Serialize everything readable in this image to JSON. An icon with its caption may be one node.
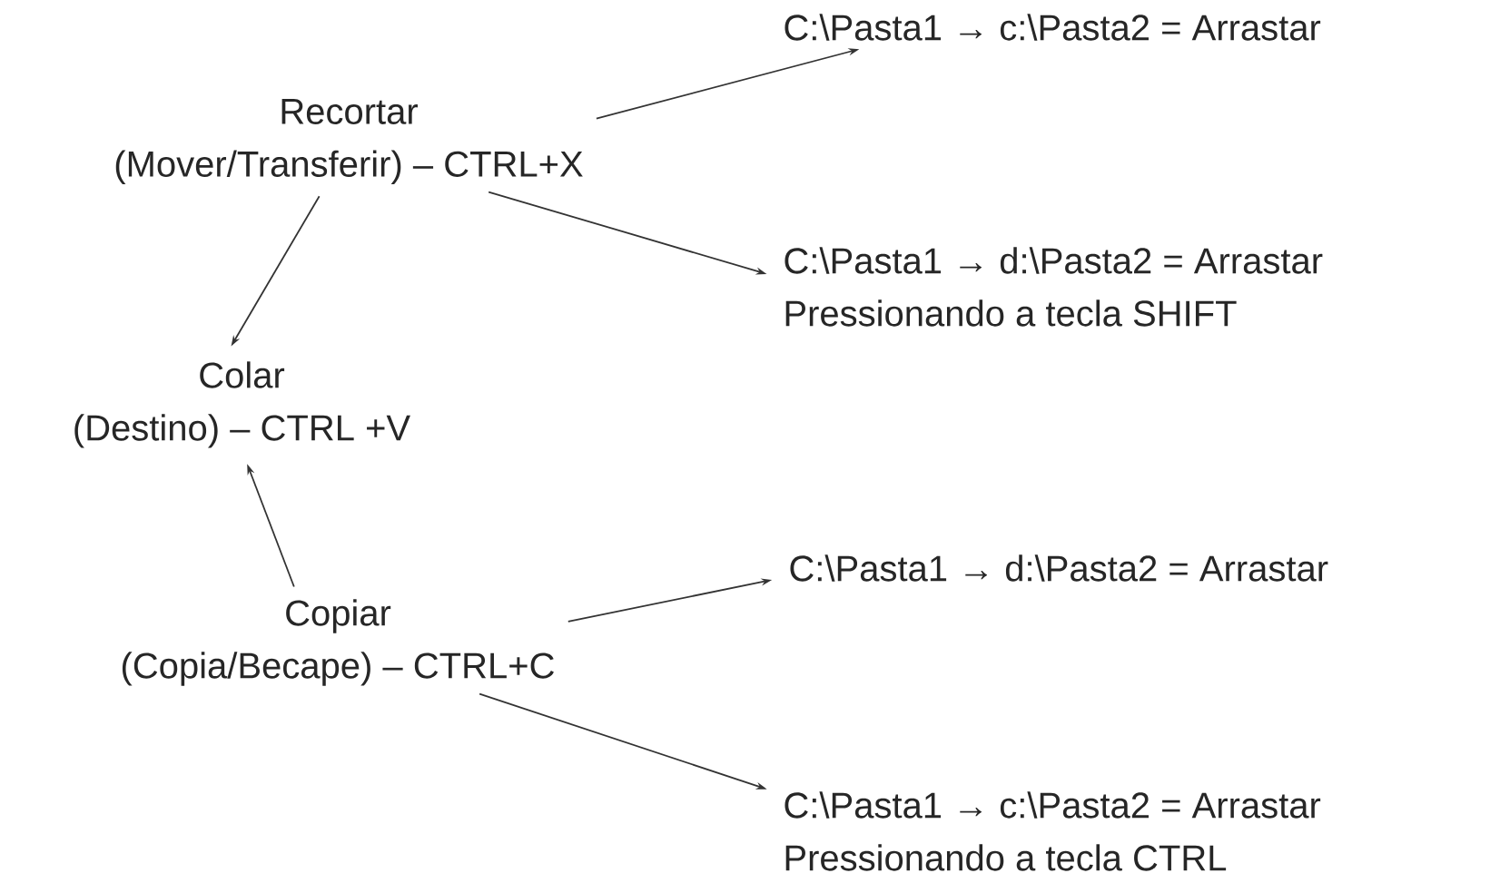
{
  "diagram": {
    "nodes": [
      {
        "text": [
          "Recortar",
          "(Mover/Transferir) – CTRL+X"
        ]
      },
      {
        "text": [
          "Colar",
          "(Destino) – CTRL +V"
        ]
      },
      {
        "text": [
          "Copiar",
          "(Copia/Becape) – CTRL+C"
        ]
      },
      {
        "text": [
          "C:\\Pasta1 → c:\\Pasta2 = Arrastar"
        ]
      },
      {
        "text": [
          "C:\\Pasta1 → d:\\Pasta2 = Arrastar",
          "Pressionando a tecla SHIFT"
        ]
      },
      {
        "text": [
          "C:\\Pasta1 → d:\\Pasta2 = Arrastar"
        ]
      },
      {
        "text": [
          "C:\\Pasta1 → c:\\Pasta2 = Arrastar",
          "Pressionando a tecla CTRL"
        ]
      }
    ],
    "edges": [
      {
        "from": 0,
        "to": 1,
        "arrow": "to"
      },
      {
        "from": 2,
        "to": 1,
        "arrow": "to"
      },
      {
        "from": 0,
        "to": 3,
        "arrow": "to"
      },
      {
        "from": 0,
        "to": 4,
        "arrow": "to"
      },
      {
        "from": 2,
        "to": 5,
        "arrow": "to"
      },
      {
        "from": 2,
        "to": 6,
        "arrow": "to"
      }
    ]
  }
}
